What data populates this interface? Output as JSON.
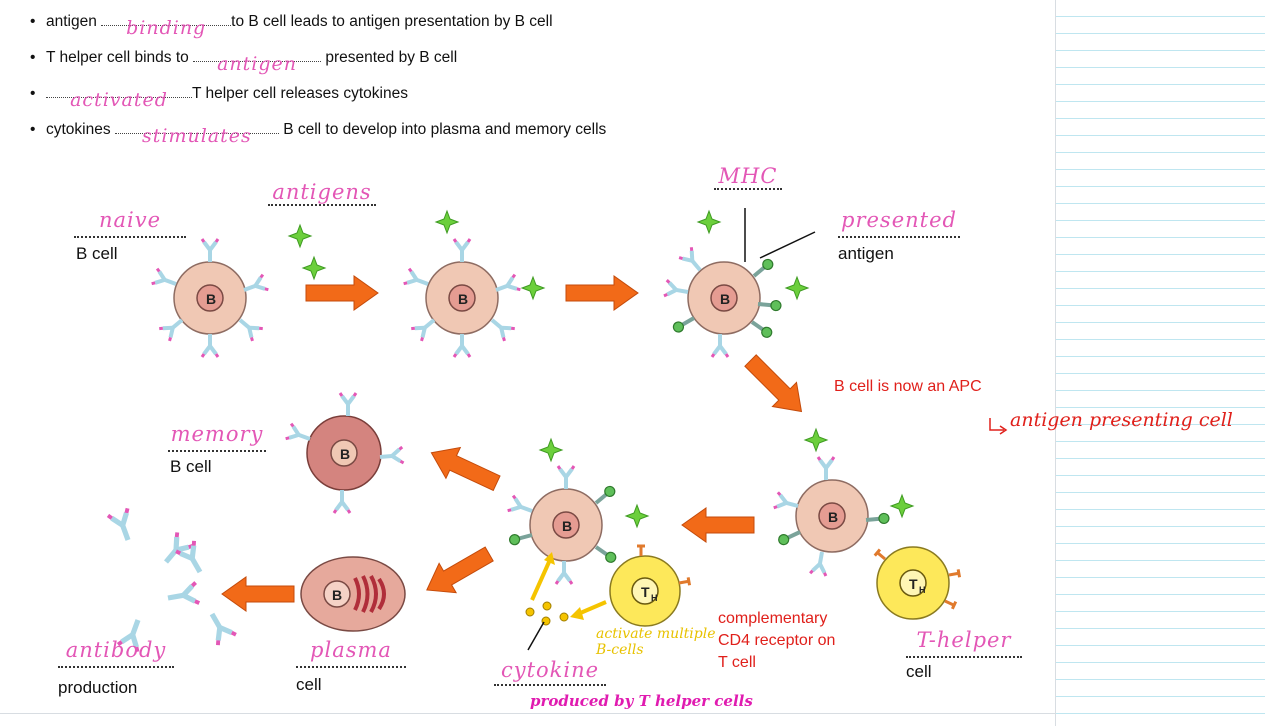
{
  "bullets": [
    {
      "before": "antigen ",
      "blank": "binding",
      "after": "to B cell leads to antigen presentation by B cell"
    },
    {
      "before": "T helper cell binds to ",
      "blank": "antigen",
      "after": " presented by B cell"
    },
    {
      "before": "",
      "blank": "activated",
      "after": "T helper cell releases cytokines"
    },
    {
      "before": "cytokines ",
      "blank": "stimulates",
      "after": " B cell to develop into plasma and memory cells"
    }
  ],
  "labels": {
    "naive_hand": "naive",
    "bcell1": "B cell",
    "antigens_hand": "antigens",
    "mhc_hand": "MHC",
    "presented_hand": "presented",
    "antigen_label": "antigen",
    "apc_note": "B cell is now an APC",
    "apc_hand": "antigen presenting cell",
    "memory_hand": "memory",
    "bcell_memory": "B cell",
    "antibody_hand": "antibody",
    "production": "production",
    "plasma_hand": "plasma",
    "plasma_cell": "cell",
    "cytokine_hand": "cytokine",
    "produced_hand": "produced by T helper cells",
    "activate_hand": "activate multiple B-cells",
    "cd4_line1": "complementary",
    "cd4_line2": "CD4 receptor on",
    "cd4_line3": "T cell",
    "thelper_hand": "T-helper",
    "th_cell": "cell",
    "b_letter": "B",
    "th_letter": "T",
    "th_sub": "H"
  },
  "colors": {
    "arrow": "#f26a18",
    "bcell": "#f0c8b4",
    "memory": "#d4847f",
    "antigen": "#6ccf3c",
    "antibody": "#a9d6e5",
    "thelper": "#fde85a",
    "handwriting_pink": "#e357b6",
    "annotation_red": "#e0201b"
  }
}
